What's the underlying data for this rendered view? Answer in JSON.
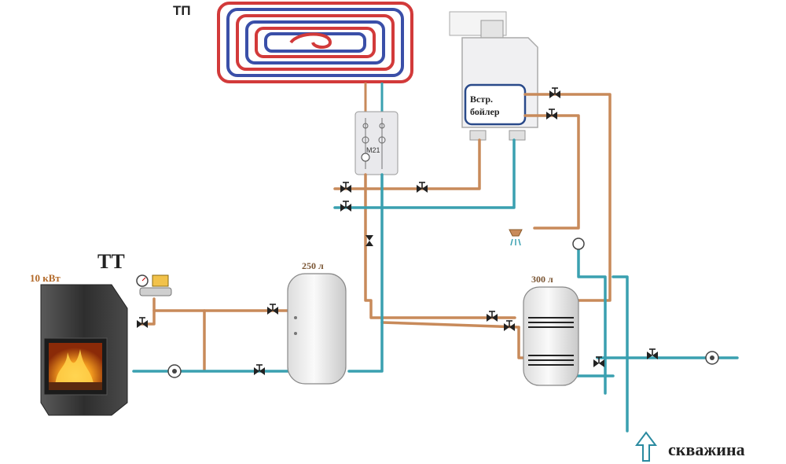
{
  "labels": {
    "underfloor": "ТП",
    "solid_fuel_boiler": "ТТ",
    "power": "10 кВт",
    "tank_small": "250 л",
    "tank_large": "300 л",
    "builtin_boiler_line1": "Встр.",
    "builtin_boiler_line2": "бойлер",
    "mixer": "M21",
    "well": "скважина"
  },
  "colors": {
    "hot_pipe": "#c88a5a",
    "cold_pipe": "#3aa0b0",
    "floor_red": "#d23a3a",
    "floor_blue": "#3a4fa8",
    "stove_dark": "#3a3a3a",
    "fire": "#f29a1e",
    "tank_fill": "#eeeeee",
    "unit_fill": "#e9e9ec",
    "boiler_border": "#2a4a8a"
  },
  "icons": {
    "valve": "valve-icon",
    "pump": "pump-icon",
    "gauge": "pressure-gauge-icon",
    "shower": "shower-icon",
    "arrow": "arrow-up-icon"
  }
}
